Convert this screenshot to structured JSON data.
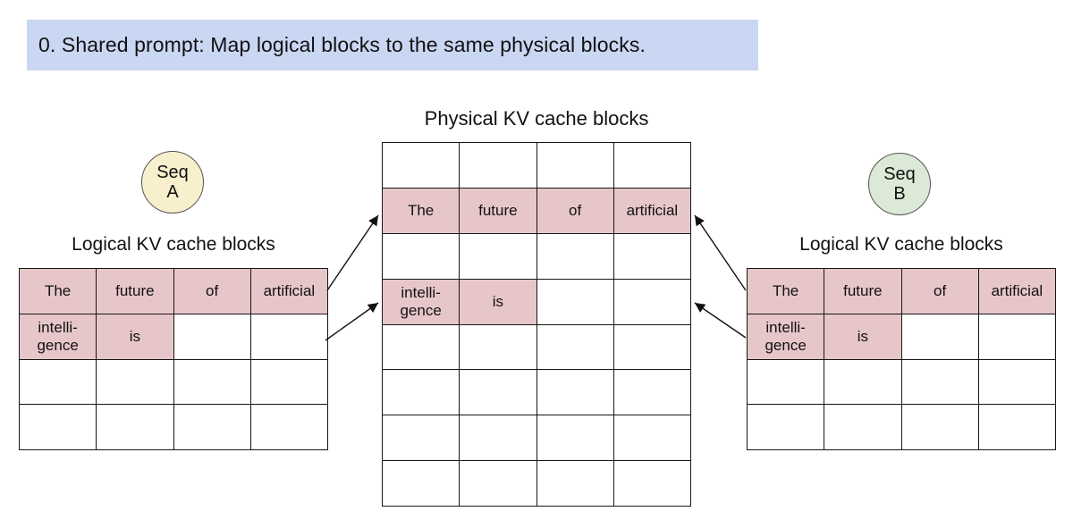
{
  "banner": {
    "text": "0. Shared prompt: Map logical blocks to the same physical blocks.",
    "bg": "#cad7f3"
  },
  "colors": {
    "highlight": "#e7c6ca",
    "table_border": "#161616",
    "seq_a_bg": "#f8f0cd",
    "seq_b_bg": "#dbe9d6",
    "arrow": "#111111"
  },
  "physical_table": {
    "title": "Physical KV cache blocks",
    "rows": 8,
    "cols": 4,
    "grid": [
      [
        {
          "text": "",
          "hl": false
        },
        {
          "text": "",
          "hl": false
        },
        {
          "text": "",
          "hl": false
        },
        {
          "text": "",
          "hl": false
        }
      ],
      [
        {
          "text": "The",
          "hl": true
        },
        {
          "text": "future",
          "hl": true
        },
        {
          "text": "of",
          "hl": true
        },
        {
          "text": "artificial",
          "hl": true
        }
      ],
      [
        {
          "text": "",
          "hl": false
        },
        {
          "text": "",
          "hl": false
        },
        {
          "text": "",
          "hl": false
        },
        {
          "text": "",
          "hl": false
        }
      ],
      [
        {
          "text": "intelli-\ngence",
          "hl": true
        },
        {
          "text": "is",
          "hl": true
        },
        {
          "text": "",
          "hl": false
        },
        {
          "text": "",
          "hl": false
        }
      ],
      [
        {
          "text": "",
          "hl": false
        },
        {
          "text": "",
          "hl": false
        },
        {
          "text": "",
          "hl": false
        },
        {
          "text": "",
          "hl": false
        }
      ],
      [
        {
          "text": "",
          "hl": false
        },
        {
          "text": "",
          "hl": false
        },
        {
          "text": "",
          "hl": false
        },
        {
          "text": "",
          "hl": false
        }
      ],
      [
        {
          "text": "",
          "hl": false
        },
        {
          "text": "",
          "hl": false
        },
        {
          "text": "",
          "hl": false
        },
        {
          "text": "",
          "hl": false
        }
      ],
      [
        {
          "text": "",
          "hl": false
        },
        {
          "text": "",
          "hl": false
        },
        {
          "text": "",
          "hl": false
        },
        {
          "text": "",
          "hl": false
        }
      ]
    ]
  },
  "seq_a": {
    "badge": [
      "Seq",
      "A"
    ],
    "table_title": "Logical KV cache blocks",
    "rows": 4,
    "cols": 4,
    "grid": [
      [
        {
          "text": "The",
          "hl": true
        },
        {
          "text": "future",
          "hl": true
        },
        {
          "text": "of",
          "hl": true
        },
        {
          "text": "artificial",
          "hl": true
        }
      ],
      [
        {
          "text": "intelli-\ngence",
          "hl": true
        },
        {
          "text": "is",
          "hl": true
        },
        {
          "text": "",
          "hl": false
        },
        {
          "text": "",
          "hl": false
        }
      ],
      [
        {
          "text": "",
          "hl": false
        },
        {
          "text": "",
          "hl": false
        },
        {
          "text": "",
          "hl": false
        },
        {
          "text": "",
          "hl": false
        }
      ],
      [
        {
          "text": "",
          "hl": false
        },
        {
          "text": "",
          "hl": false
        },
        {
          "text": "",
          "hl": false
        },
        {
          "text": "",
          "hl": false
        }
      ]
    ]
  },
  "seq_b": {
    "badge": [
      "Seq",
      "B"
    ],
    "table_title": "Logical KV cache blocks",
    "rows": 4,
    "cols": 4,
    "grid": [
      [
        {
          "text": "The",
          "hl": true
        },
        {
          "text": "future",
          "hl": true
        },
        {
          "text": "of",
          "hl": true
        },
        {
          "text": "artificial",
          "hl": true
        }
      ],
      [
        {
          "text": "intelli-\ngence",
          "hl": true
        },
        {
          "text": "is",
          "hl": true
        },
        {
          "text": "",
          "hl": false
        },
        {
          "text": "",
          "hl": false
        }
      ],
      [
        {
          "text": "",
          "hl": false
        },
        {
          "text": "",
          "hl": false
        },
        {
          "text": "",
          "hl": false
        },
        {
          "text": "",
          "hl": false
        }
      ],
      [
        {
          "text": "",
          "hl": false
        },
        {
          "text": "",
          "hl": false
        },
        {
          "text": "",
          "hl": false
        },
        {
          "text": "",
          "hl": false
        }
      ]
    ]
  }
}
